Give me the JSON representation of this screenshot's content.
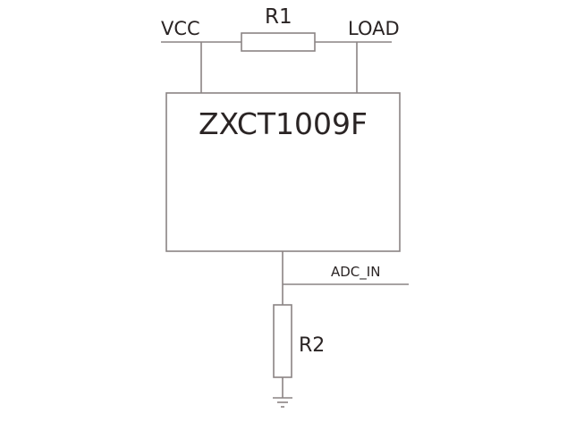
{
  "chip": {
    "label": "ZXCT1009F"
  },
  "nets": {
    "vcc": "VCC",
    "load": "LOAD",
    "adc_in": "ADC_IN"
  },
  "resistors": {
    "r1": "R1",
    "r2": "R2"
  },
  "colors": {
    "wire": "#8a8484",
    "text": "#2a2424"
  }
}
